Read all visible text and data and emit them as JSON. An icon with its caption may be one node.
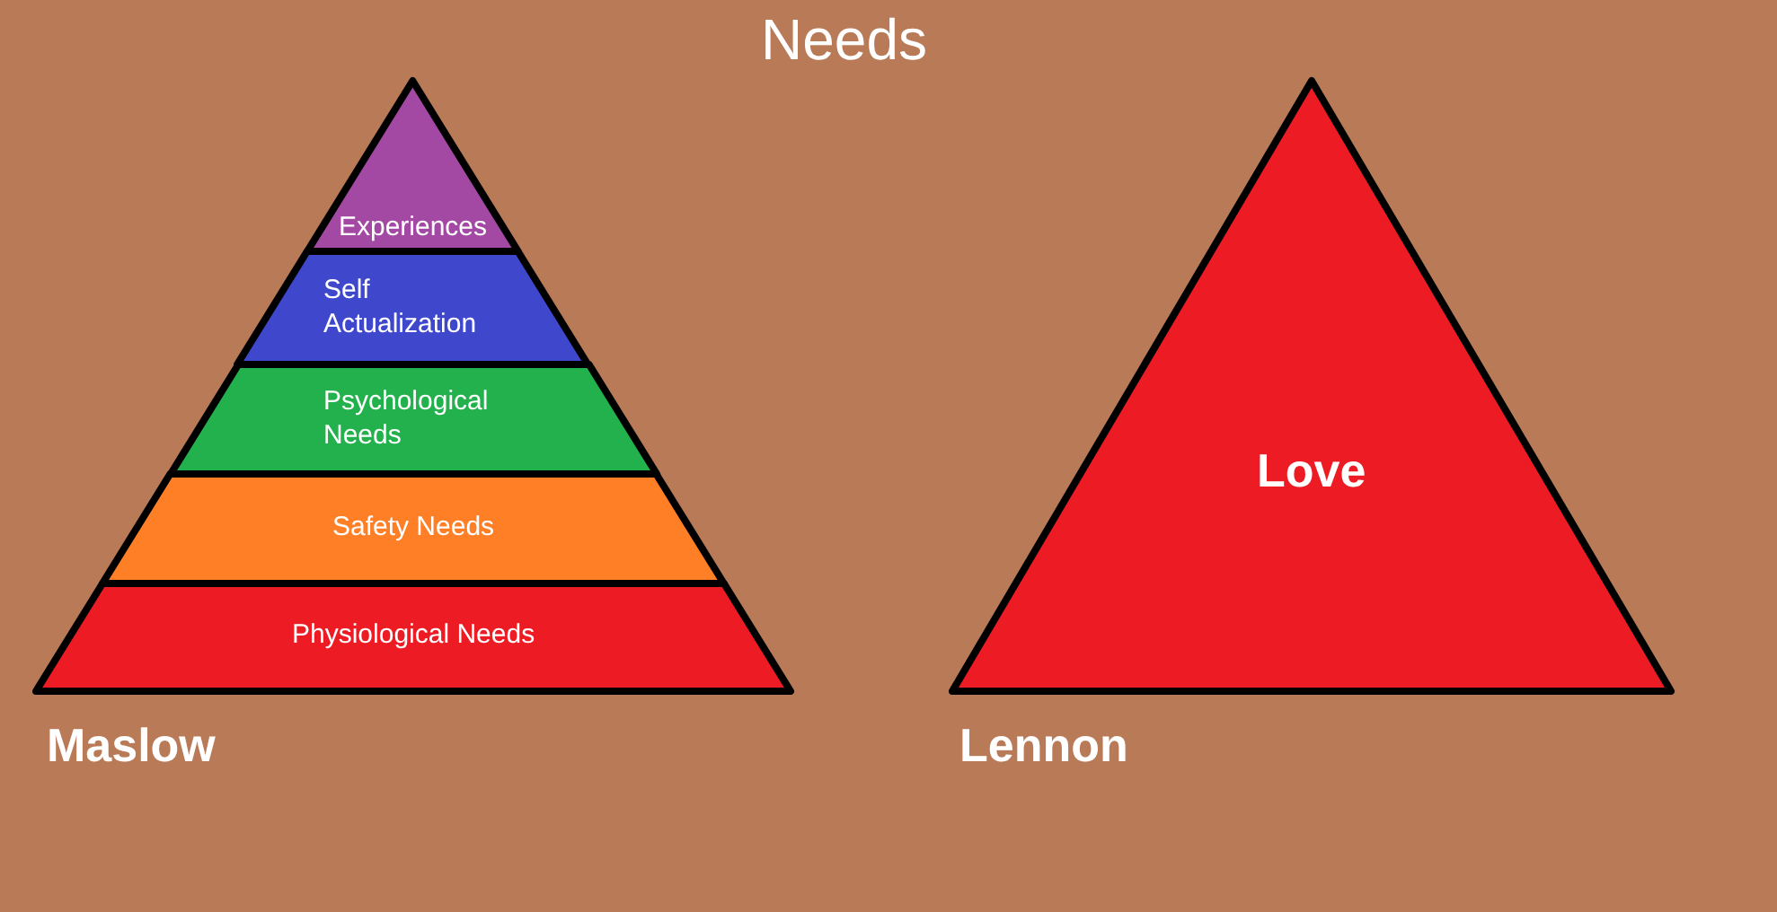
{
  "diagram": {
    "title": "Needs",
    "nodes": [
      {
        "text": [
          "Experiences"
        ]
      },
      {
        "text": [
          "Self Actualization"
        ]
      },
      {
        "text": [
          "Psychological Needs"
        ]
      },
      {
        "text": [
          "Safety Needs"
        ]
      },
      {
        "text": [
          "Physiological Needs"
        ]
      },
      {
        "text": [
          "Love"
        ]
      }
    ],
    "labels": [
      "Maslow",
      "Lennon"
    ]
  }
}
